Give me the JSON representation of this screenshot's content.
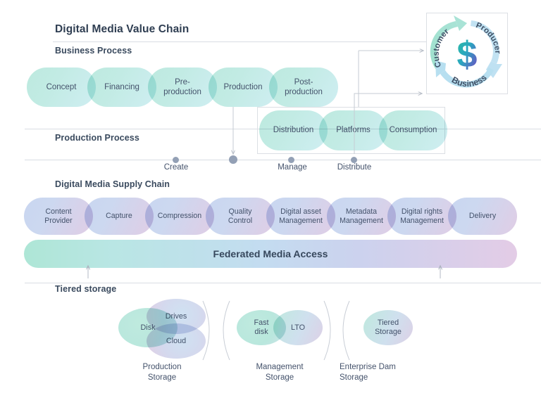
{
  "page": {
    "title": "Digital Media Value Chain"
  },
  "sections": {
    "business_process": {
      "label": "Business Process"
    },
    "production_process": {
      "label": "Production Process"
    },
    "supply_chain": {
      "label": "Digital Media Supply Chain"
    },
    "tiered_storage": {
      "label": "Tiered storage"
    }
  },
  "business_process": {
    "stages": [
      {
        "label": "Concept"
      },
      {
        "label": "Financing"
      },
      {
        "label": "Pre-\nproduction"
      },
      {
        "label": "Production"
      },
      {
        "label": "Post-\nproduction"
      }
    ]
  },
  "production_process": {
    "stages": [
      {
        "label": "Distribution"
      },
      {
        "label": "Platforms"
      },
      {
        "label": "Consumption"
      }
    ]
  },
  "timeline": {
    "markers": [
      {
        "label": "Create"
      },
      {
        "label": ""
      },
      {
        "label": "Manage"
      },
      {
        "label": "Distribute"
      }
    ]
  },
  "supply_chain": {
    "stages": [
      {
        "label": "Content\nProvider"
      },
      {
        "label": "Capture"
      },
      {
        "label": "Compression"
      },
      {
        "label": "Quality\nControl"
      },
      {
        "label": "Digital asset\nManagement"
      },
      {
        "label": "Metadata\nManagement"
      },
      {
        "label": "Digital rights\nManagement"
      },
      {
        "label": "Delivery"
      }
    ]
  },
  "federated": {
    "label": "Federated Media Access"
  },
  "storage_groups": [
    {
      "name": "Production\nStorage",
      "items": [
        {
          "label": "Disk"
        },
        {
          "label": "Drives"
        },
        {
          "label": "Cloud"
        }
      ]
    },
    {
      "name": "Management\nStorage",
      "items": [
        {
          "label": "Fast\ndisk"
        },
        {
          "label": "LTO"
        }
      ]
    },
    {
      "name": "Enterprise Dam\nStorage",
      "items": [
        {
          "label": "Tiered\nStorage"
        }
      ]
    }
  ],
  "logo": {
    "word_top_left": "Customer",
    "word_top_right": "Producer",
    "word_bottom": "Business",
    "center_symbol": "$"
  },
  "colors": {
    "mint": "#bdeadf",
    "blue": "#c9d6f0",
    "lavender": "#e0cde5",
    "text": "#44526b",
    "rule": "#d9dde3",
    "dot": "#93a0b5"
  }
}
